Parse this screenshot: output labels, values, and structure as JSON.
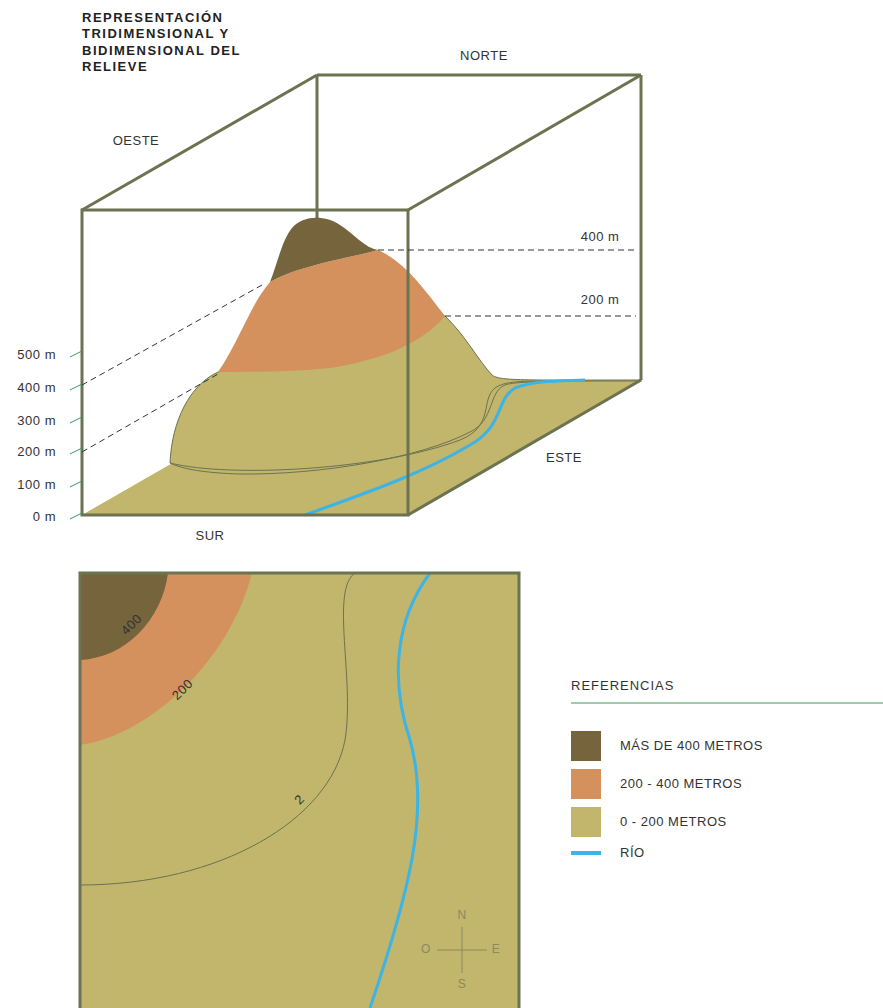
{
  "diagram": {
    "title": "REPRESENTACIÓN TRIDIMENSIONAL Y BIDIMENSIONAL DEL RELIEVE",
    "labels": [
      "NORTE",
      "OESTE",
      "400 m",
      "200 m",
      "500 m",
      "400 m",
      "300 m",
      "200 m",
      "100 m",
      "0 m",
      "ESTE",
      "SUR",
      "400",
      "200",
      "2",
      "N",
      "O",
      "E",
      "S",
      "REFERENCIAS"
    ],
    "legend": [
      {
        "text": "MÁS DE 400 METROS",
        "color": "#75643c"
      },
      {
        "text": "200 - 400 METROS",
        "color": "#d4915e"
      },
      {
        "text": "0 - 200 METROS",
        "color": "#c2b56c"
      },
      {
        "text": "RÍO"
      }
    ]
  }
}
